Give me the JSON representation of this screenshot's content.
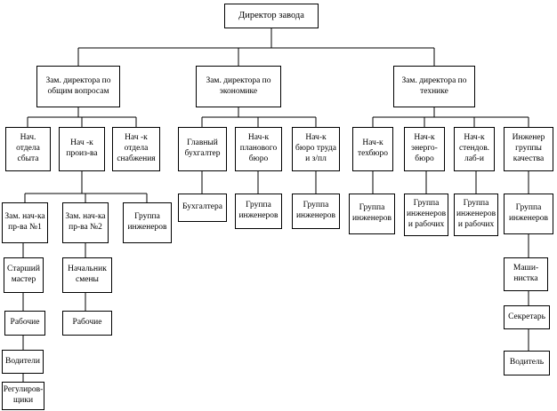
{
  "nodes": {
    "director": "Директор завода",
    "zam_general": "Зам. директора по\nобщим вопросам",
    "zam_economy": "Зам. директора по\nэкономике",
    "zam_tech": "Зам. директора по\nтехнике",
    "sales_head": "Нач.\nотдела\nсбыта",
    "prod_head": "Нач -к\nпроиз-ва",
    "supply_head": "Нач -к\nотдела\nснабжения",
    "prod_deputy_1": "Зам. нач-ка\nпр-ва №1",
    "prod_deputy_2": "Зам. нач-ка\nпр-ва №2",
    "engineers_prod": "Группа\nинженеров",
    "senior_master": "Старший\nмастер",
    "shift_head": "Начальник\nсмены",
    "workers_1": "Рабочие",
    "workers_2": "Рабочие",
    "drivers": "Водители",
    "adjusters": "Регулиров-\nщики",
    "chief_accountant": "Главный\nбухгалтер",
    "planning_head": "Нач-к\nпланового\nбюро",
    "labor_head": "Нач-к\nбюро труда\nи з/пл",
    "accounting": "Бухгалтера",
    "engineers_planning": "Группа\nинженеров",
    "engineers_labor": "Группа\nинженеров",
    "techbureau_head": "Нач-к\nтехбюро",
    "energy_head": "Нач-к\nэнерго-\nбюро",
    "testlab_head": "Нач-к\nстендов.\nлаб-и",
    "quality_engineer": "Инженер\nгруппы\nкачества",
    "engineers_techbureau": "Группа\nинженеров",
    "engineers_workers_energy": "Группа\nинженеров\nи рабочих",
    "engineers_workers_lab": "Группа\nинженеров\nи рабочих",
    "engineers_quality": "Группа\nинженеров",
    "typist": "Маши-\nнистка",
    "secretary": "Секретарь",
    "driver": "Водитель"
  }
}
